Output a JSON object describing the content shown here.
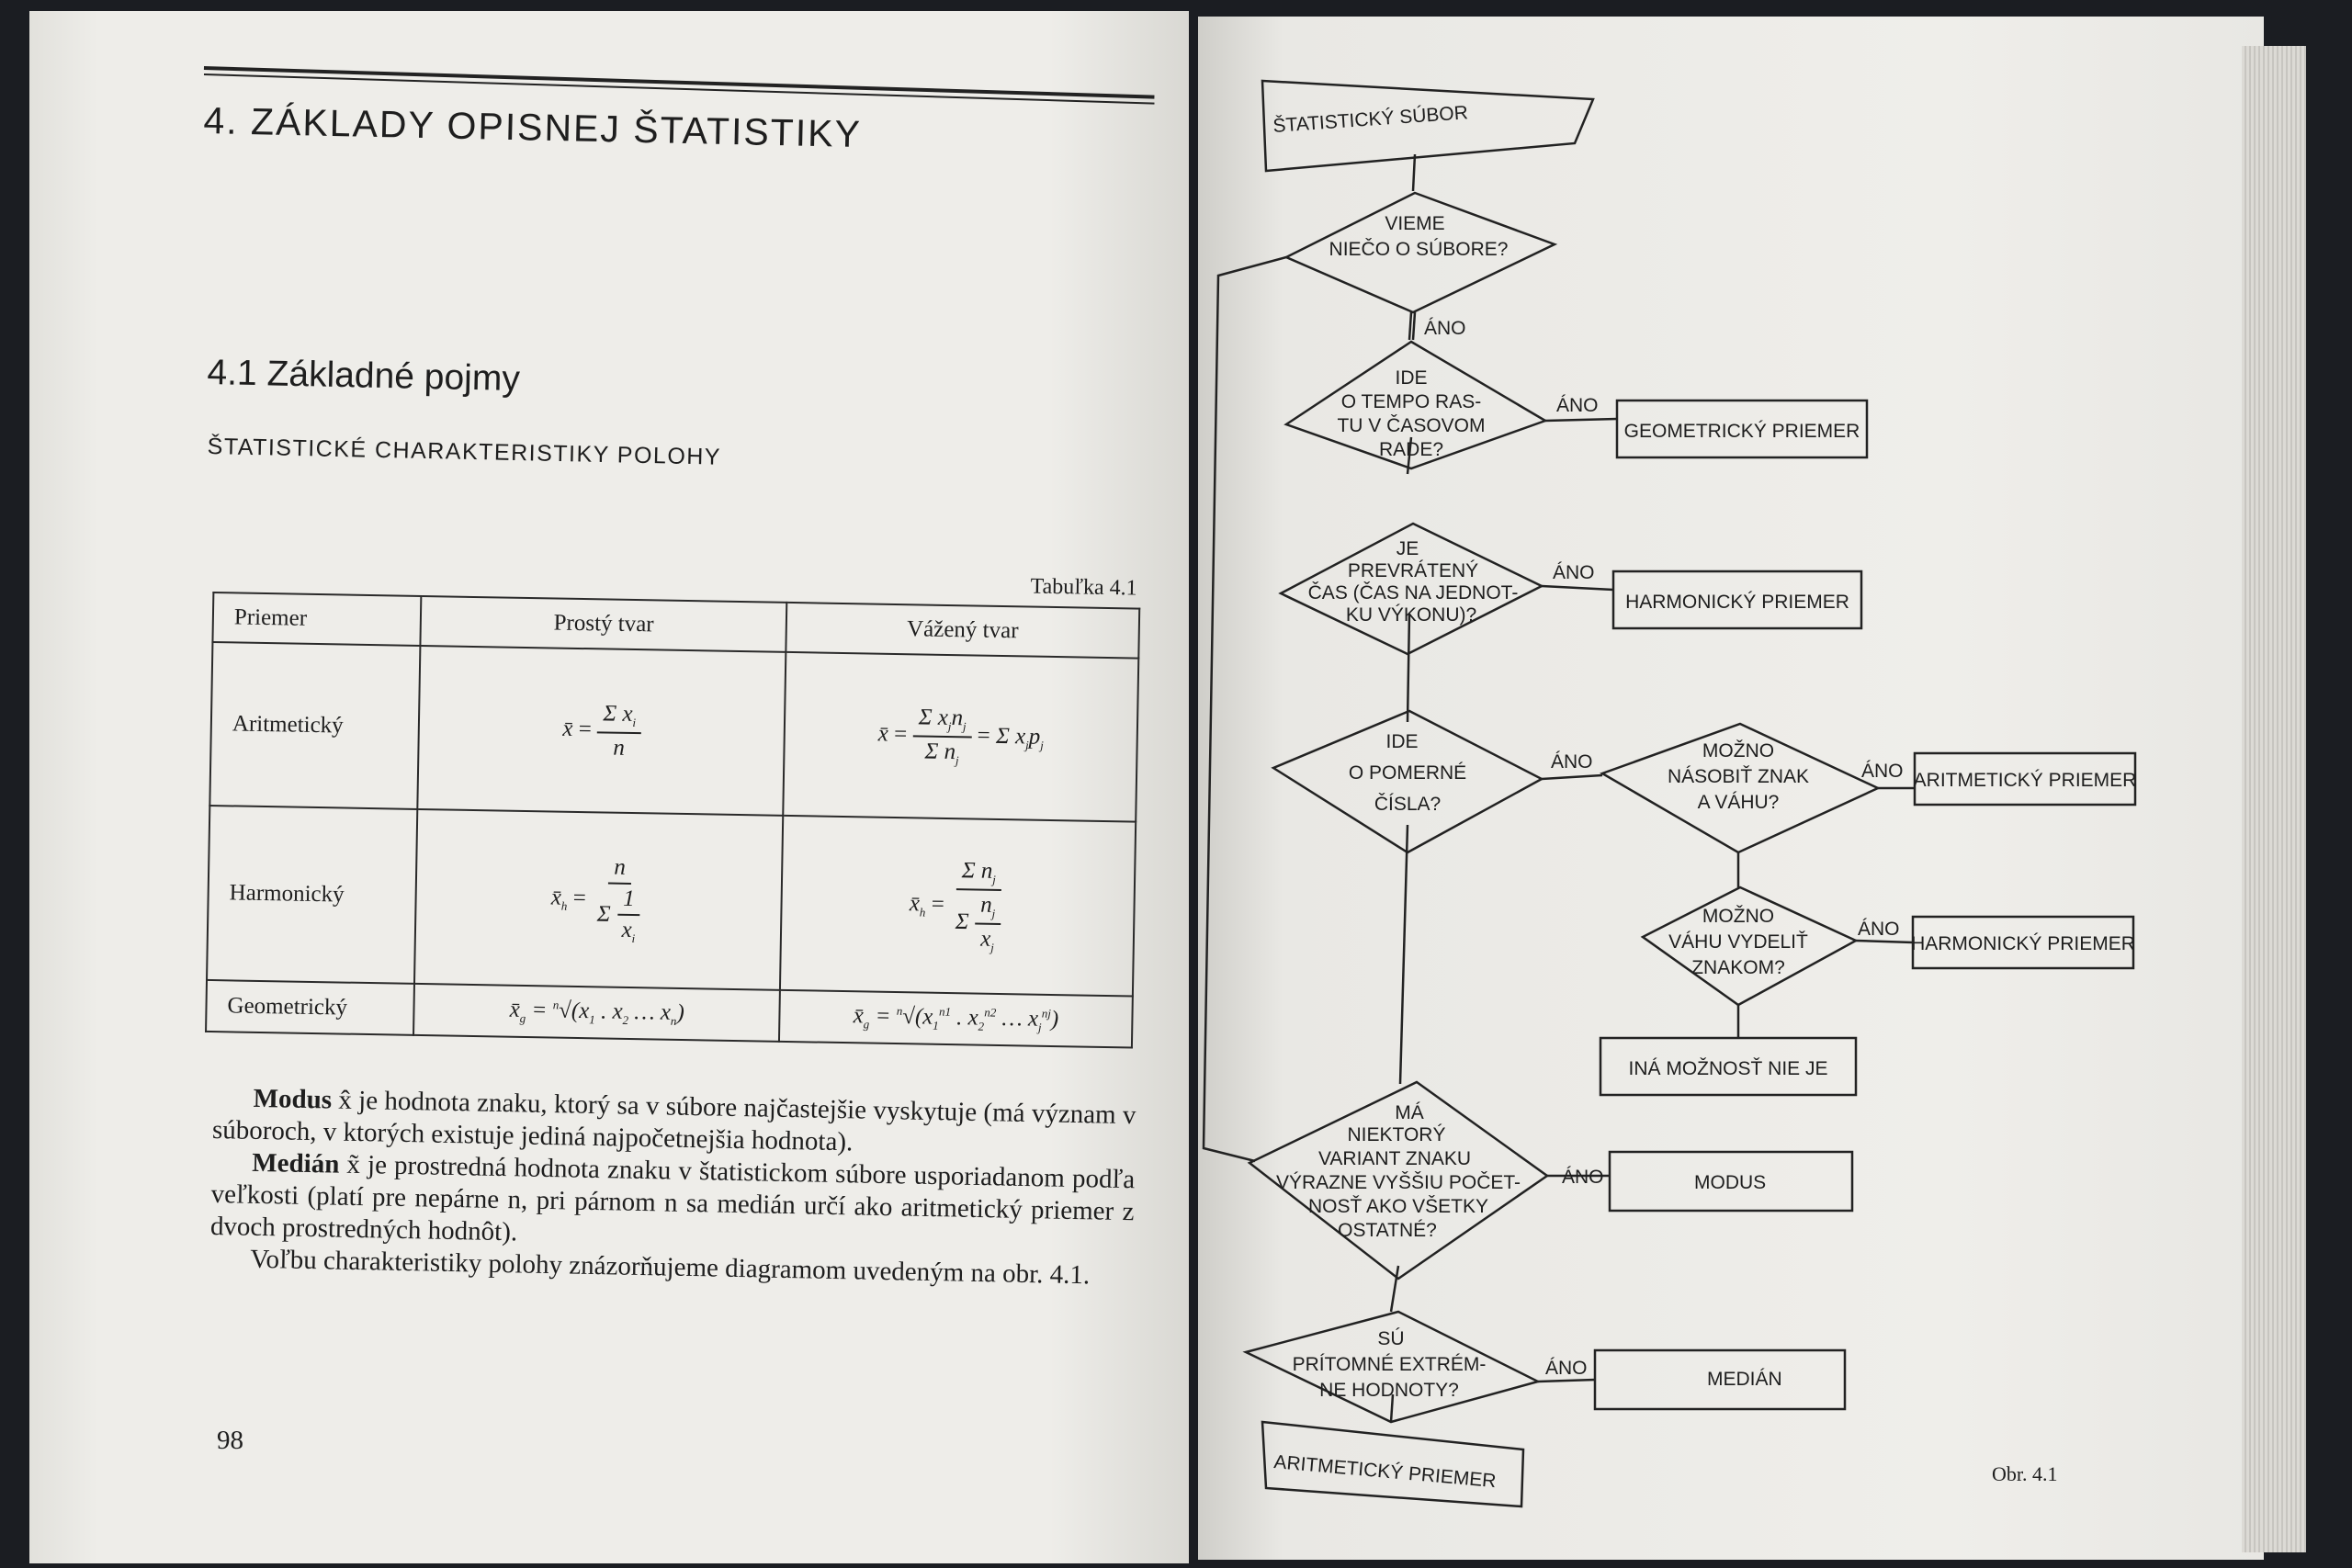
{
  "left_page": {
    "chapter_title": "4. ZÁKLADY OPISNEJ ŠTATISTIKY",
    "section_title": "4.1 Základné pojmy",
    "subsection_title": "ŠTATISTICKÉ CHARAKTERISTIKY POLOHY",
    "table": {
      "label": "Tabuľka 4.1",
      "headers": [
        "Priemer",
        "Prostý tvar",
        "Vážený tvar"
      ],
      "rows": [
        {
          "name": "Aritmetický"
        },
        {
          "name": "Harmonický"
        },
        {
          "name": "Geometrický"
        }
      ]
    },
    "paragraphs": {
      "modus_term": "Modus",
      "modus_text": " x̂ je hodnota znaku, ktorý sa v súbore najčastejšie vyskytuje (má význam v súboroch, v ktorých existuje jediná najpočetnejšia hodnota).",
      "median_term": "Medián",
      "median_text": " x̃ je prostredná hodnota znaku v štatistickom súbore usporiadanom podľa veľkosti (platí pre nepárne n, pri párnom n sa medián určí ako aritmetický priemer z dvoch prostredných hodnôt).",
      "choice_text": "Voľbu charakteristiky polohy znázorňujeme diagramom uvedeným na obr. 4.1."
    },
    "page_number": "98"
  },
  "right_page": {
    "figure_label": "Obr. 4.1",
    "flowchart": {
      "start": "ŠTATISTICKÝ SÚBOR",
      "yes_label": "ÁNO",
      "q1": [
        "VIEME",
        "NIEČO O SÚBORE?"
      ],
      "q2": [
        "IDE",
        "O TEMPO RAS-",
        "TU V ČASOVOM",
        "RADE?"
      ],
      "r2": "GEOMETRICKÝ PRIEMER",
      "q3": [
        "JE",
        "PREVRÁTENÝ",
        "ČAS (ČAS NA JEDNOT-",
        "KU VÝKONU)?"
      ],
      "r3": "HARMONICKÝ PRIEMER",
      "q4": [
        "IDE",
        "O POMERNÉ",
        "ČÍSLA?"
      ],
      "q5": [
        "MOŽNO",
        "NÁSOBIŤ ZNAK",
        "A VÁHU?"
      ],
      "r5": "ARITMETICKÝ PRIEMER",
      "q6": [
        "MOŽNO",
        "VÁHU VYDELIŤ",
        "ZNAKOM?"
      ],
      "r6": "HARMONICKÝ PRIEMER",
      "r6_no": "INÁ MOŽNOSŤ NIE JE",
      "q7": [
        "MÁ",
        "NIEKTORÝ",
        "VARIANT ZNAKU",
        "VÝRAZNE VYŠŠIU POČET-",
        "NOSŤ AKO VŠETKY",
        "OSTATNÉ?"
      ],
      "r7": "MODUS",
      "q8": [
        "SÚ",
        "PRÍTOMNÉ EXTRÉM-",
        "NE HODNOTY?"
      ],
      "r8": "MEDIÁN",
      "end": "ARITMETICKÝ PRIEMER"
    }
  }
}
